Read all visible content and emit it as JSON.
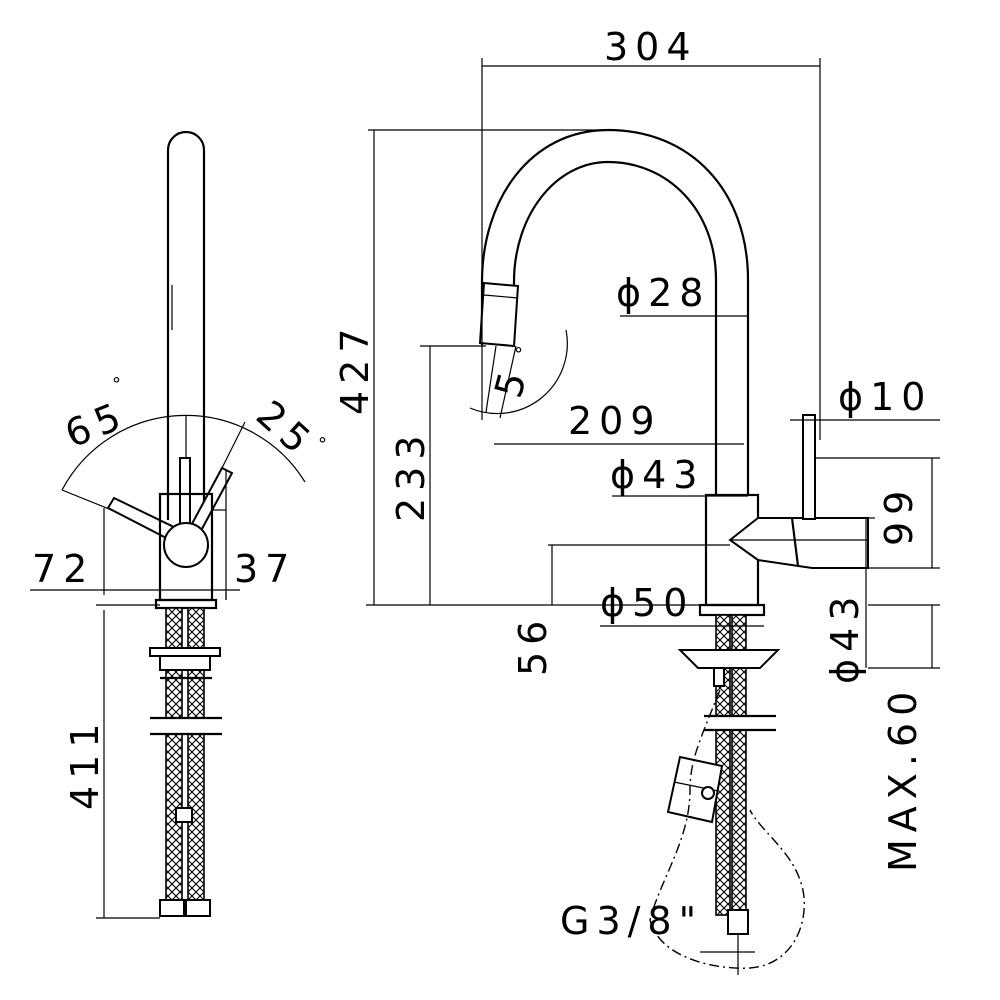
{
  "dimensions": {
    "overall_reach": "304",
    "overall_height": "427",
    "spout_outlet_height": "233",
    "spout_reach": "209",
    "spout_diameter": "ϕ28",
    "body_diameter_top": "ϕ43",
    "base_diameter": "ϕ50",
    "body_diameter_side": "ϕ43",
    "lever_diameter": "ϕ10",
    "lever_height": "99",
    "lever_axis_height": "56",
    "max_deck_thickness": "MAX.60",
    "hose_length": "411",
    "front_left_offset": "72",
    "front_right_offset": "37",
    "connection_thread": "G3/8\""
  },
  "angles": {
    "lever_left": "65",
    "lever_right": "25",
    "spray_tilt": "5",
    "degree_symbol": "°"
  }
}
